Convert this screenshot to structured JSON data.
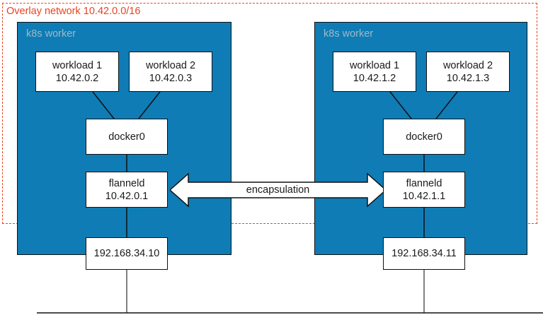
{
  "diagram": {
    "overlay": {
      "label": "Overlay network 10.42.0.0/16",
      "border_color": "#e8431f"
    },
    "workers": [
      {
        "label": "k8s worker",
        "fill_color": "#0f7cb5",
        "label_color": "#9fb9c9",
        "workloads": [
          {
            "name": "workload 1",
            "ip": "10.42.0.2"
          },
          {
            "name": "workload 2",
            "ip": "10.42.0.3"
          }
        ],
        "bridge": {
          "name": "docker0"
        },
        "flannel": {
          "name": "flanneld",
          "ip": "10.42.0.1"
        },
        "host_ip": "192.168.34.10"
      },
      {
        "label": "k8s worker",
        "fill_color": "#0f7cb5",
        "label_color": "#9fb9c9",
        "workloads": [
          {
            "name": "workload 1",
            "ip": "10.42.1.2"
          },
          {
            "name": "workload 2",
            "ip": "10.42.1.3"
          }
        ],
        "bridge": {
          "name": "docker0"
        },
        "flannel": {
          "name": "flanneld",
          "ip": "10.42.1.1"
        },
        "host_ip": "192.168.34.11"
      }
    ],
    "link": {
      "label": "encapsulation",
      "arrow": "double-headed-horizontal"
    }
  }
}
